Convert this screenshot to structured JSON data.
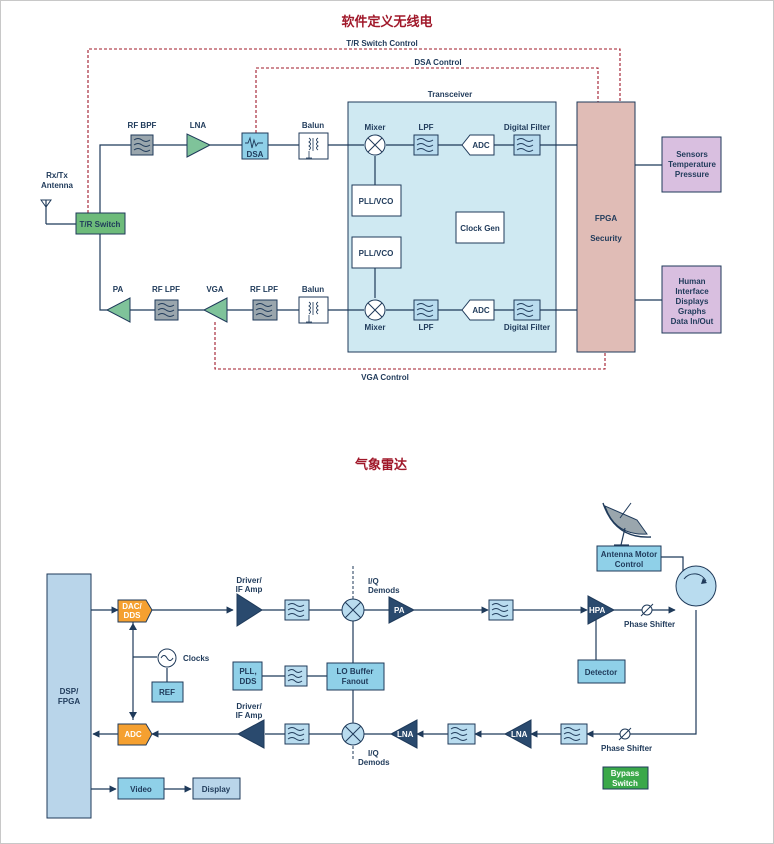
{
  "sdr": {
    "title": "软件定义无线电",
    "tr_switch_control": "T/R Switch Control",
    "dsa_control": "DSA Control",
    "vga_control": "VGA Control",
    "transceiver": "Transceiver",
    "antenna": [
      "Rx/Tx",
      "Antenna"
    ],
    "tr_switch": "T/R Switch",
    "rf_bpf": "RF BPF",
    "lna": "LNA",
    "dsa": "DSA",
    "balun_top": "Balun",
    "balun_bottom": "Balun",
    "mixer_top": "Mixer",
    "mixer_bottom": "Mixer",
    "lpf_top": "LPF",
    "lpf_bottom": "LPF",
    "adc_top": "ADC",
    "adc_bottom": "ADC",
    "digital_filter_top": "Digital Filter",
    "digital_filter_bottom": "Digital Filter",
    "pll_vco_top": "PLL/VCO",
    "pll_vco_bottom": "PLL/VCO",
    "clock_gen": "Clock Gen",
    "fpga": "FPGA",
    "security": "Security",
    "pa": "PA",
    "rf_lpf_1": "RF LPF",
    "vga": "VGA",
    "rf_lpf_2": "RF LPF",
    "sensors": [
      "Sensors",
      "Temperature",
      "Pressure"
    ],
    "hmi": [
      "Human",
      "Interface",
      "Displays",
      "Graphs",
      "Data In/Out"
    ]
  },
  "radar": {
    "title": "气象雷达",
    "dsp_fpga": [
      "DSP/",
      "FPGA"
    ],
    "dac_dds": [
      "DAC/",
      "DDS"
    ],
    "adc": "ADC",
    "clocks": "Clocks",
    "ref": "REF",
    "driver_if_amp_top": [
      "Driver/",
      "IF Amp"
    ],
    "driver_if_amp_bottom": [
      "Driver/",
      "IF Amp"
    ],
    "iq_demods_top": [
      "I/Q",
      "Demods"
    ],
    "iq_demods_bottom": [
      "I/Q",
      "Demods"
    ],
    "pa": "PA",
    "hpa": "HPA",
    "lna_1": "LNA",
    "lna_2": "LNA",
    "pll_dds": [
      "PLL,",
      "DDS"
    ],
    "lo_buffer": [
      "LO Buffer",
      "Fanout"
    ],
    "phase_shifter_top": "Phase Shifter",
    "phase_shifter_bottom": "Phase Shifter",
    "antenna_motor": [
      "Antenna Motor",
      "Control"
    ],
    "detector": "Detector",
    "bypass_switch": [
      "Bypass",
      "Switch"
    ],
    "video": "Video",
    "display": "Display"
  },
  "colors": {
    "title_red": "#a0182a",
    "navy": "#1f3a5a",
    "transceiver_fill": "#cfe9f2",
    "fpga_fill": "#e0bcb6",
    "purple_fill": "#d9bfe0",
    "green_fill": "#6dbb7a",
    "orange_fill": "#f5a030",
    "light_blue": "#8fd0e8",
    "dsp_fill": "#b9d5ea"
  }
}
